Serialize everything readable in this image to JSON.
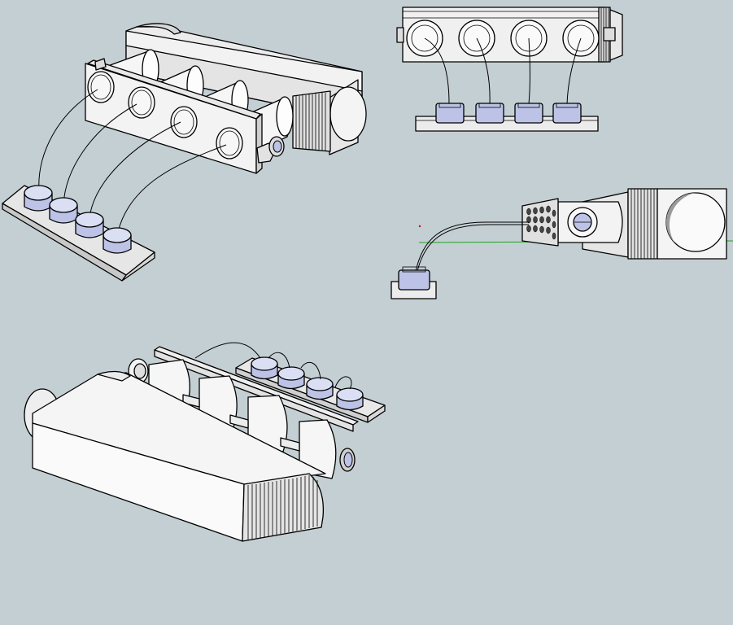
{
  "scene": {
    "background": "#c4cfd3",
    "face_light": "#ffffff",
    "face_mid": "#eeeeee",
    "face_shade": "#d2d2d2",
    "face_dark": "#a8a8a8",
    "cap_color": "#bcc3e6",
    "cap_top": "#dadff3",
    "axis_green": "#1fa31f",
    "axis_red": "#d00000"
  },
  "views": [
    {
      "name": "isometric-view",
      "cylinders": 4,
      "coils": 4
    },
    {
      "name": "top-view",
      "cylinders": 4,
      "coils": 4
    },
    {
      "name": "side-view",
      "cylinders": 1,
      "coils": 1
    },
    {
      "name": "rear-isometric-view",
      "cylinders": 4,
      "coils": 4
    }
  ]
}
